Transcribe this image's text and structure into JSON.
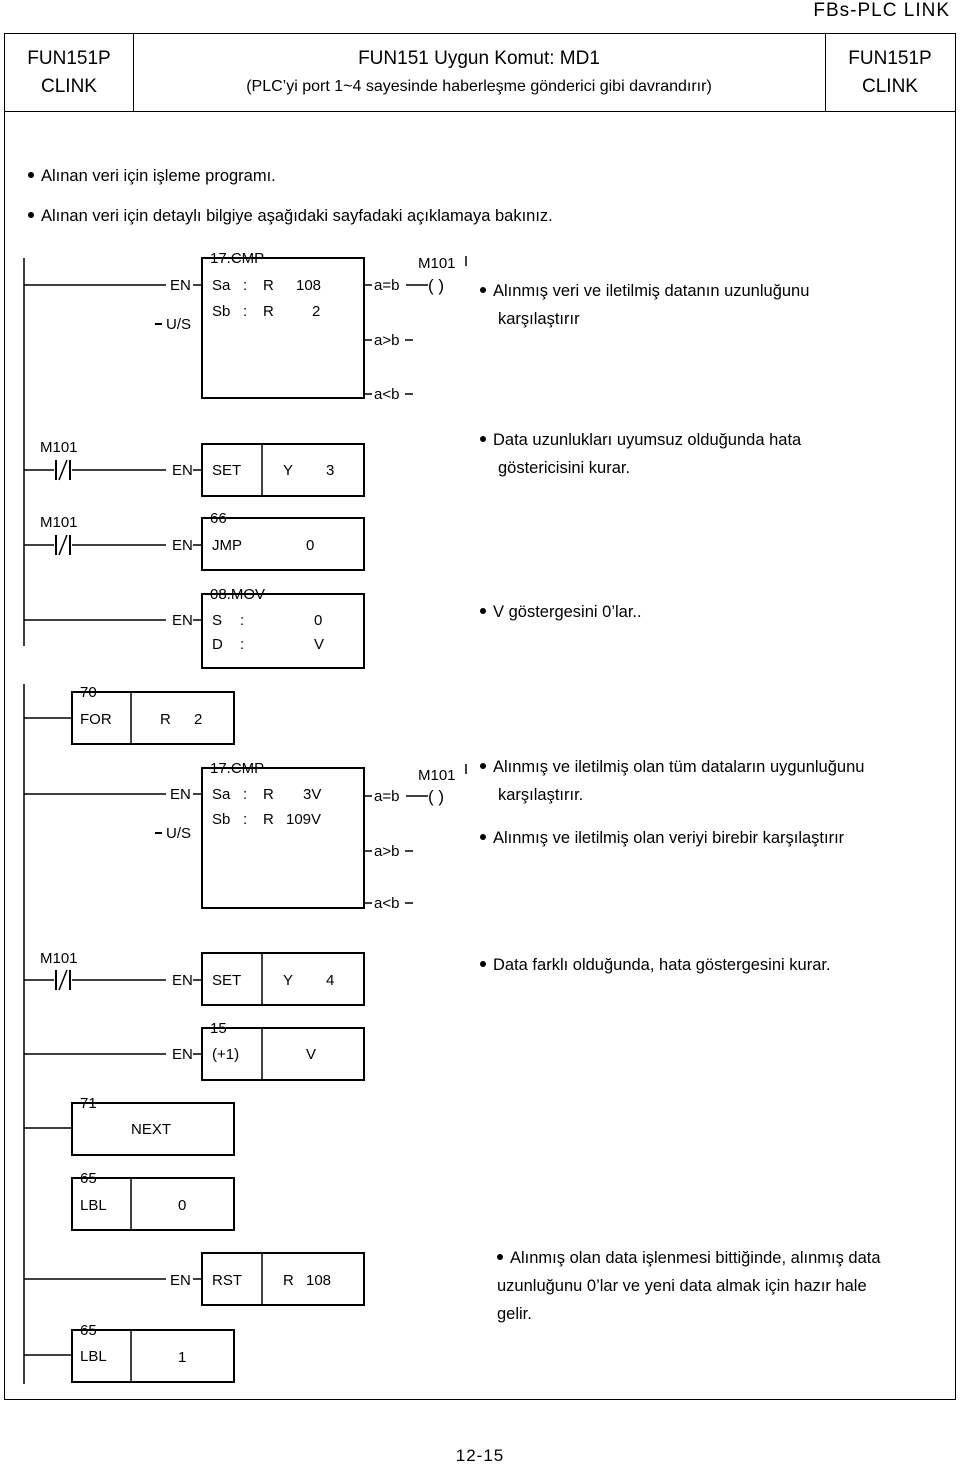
{
  "header": {
    "top_right": "FBs-PLC LINK",
    "left_line1": "FUN151P",
    "left_line2": "CLINK",
    "title": "FUN151 Uygun Komut: MD1",
    "subtitle": "(PLC’yi port 1~4 sayesinde haberleşme gönderici gibi davrandırır)",
    "right_line1": "FUN151P",
    "right_line2": "CLINK"
  },
  "intro": [
    "Alınan veri için işleme programı.",
    "Alınan veri için detaylı bilgiye aşağıdaki sayfadaki açıklamaya bakınız."
  ],
  "notes": {
    "n1_a": "Alınmış veri ve iletilmiş datanın uzunluğunu",
    "n1_b": "karşılaştırır",
    "n2_a": "Data uzunlukları uyumsuz olduğunda hata",
    "n2_b": "göstericisini kurar.",
    "n3": "V göstergesini 0’lar..",
    "n4_a": "Alınmış ve iletilmiş olan tüm dataların uygunluğunu",
    "n4_b": "karşılaştırır.",
    "n5": "Alınmış ve iletilmiş olan veriyi birebir karşılaştırır",
    "n6": "Data farklı olduğunda, hata göstergesini kurar.",
    "n7_a": "Alınmış olan data işlenmesi bittiğinde, alınmış data",
    "n7_b": "uzunluğunu 0’lar ve yeni data almak için hazır hale",
    "n7_c": "gelir."
  },
  "ladder": {
    "cmp1": {
      "num": "17.CMP",
      "sa": "Sa",
      "sb": "Sb",
      "colon": ":",
      "sa_reg": "R",
      "sa_val": "108",
      "sb_reg": "R",
      "sb_val": "2",
      "en": "EN",
      "us": "U/S",
      "eq": "a=b",
      "gt": "a>b",
      "lt": "a<b",
      "coil": "M101",
      "coil_sym": "( )"
    },
    "set1": {
      "contact": "M101",
      "en": "EN",
      "op": "SET",
      "reg": "Y",
      "val": "3"
    },
    "jmp": {
      "contact": "M101",
      "num": "66",
      "en": "EN",
      "op": "JMP",
      "val": "0"
    },
    "mov": {
      "num": "08.MOV",
      "en": "EN",
      "s": "S",
      "d": "D",
      "colon": ":",
      "s_val": "0",
      "d_val": "V"
    },
    "for": {
      "num": "70",
      "op": "FOR",
      "reg": "R",
      "val": "2"
    },
    "cmp2": {
      "num": "17.CMP",
      "sa": "Sa",
      "sb": "Sb",
      "colon": ":",
      "sa_reg": "R",
      "sa_val": "3V",
      "sb_reg": "R",
      "sb_val": "109V",
      "en": "EN",
      "us": "U/S",
      "eq": "a=b",
      "gt": "a>b",
      "lt": "a<b",
      "coil": "M101",
      "coil_sym": "( )"
    },
    "set2": {
      "contact": "M101",
      "en": "EN",
      "op": "SET",
      "reg": "Y",
      "val": "4"
    },
    "inc": {
      "num": "15",
      "en": "EN",
      "op": "(+1)",
      "val": "V"
    },
    "next": {
      "num": "71",
      "op": "NEXT"
    },
    "lbl0": {
      "num": "65",
      "op": "LBL",
      "val": "0"
    },
    "rst": {
      "en": "EN",
      "op": "RST",
      "reg": "R",
      "val": "108"
    },
    "lbl1": {
      "num": "65",
      "op": "LBL",
      "val": "1"
    }
  },
  "footer": {
    "page": "12-15"
  }
}
